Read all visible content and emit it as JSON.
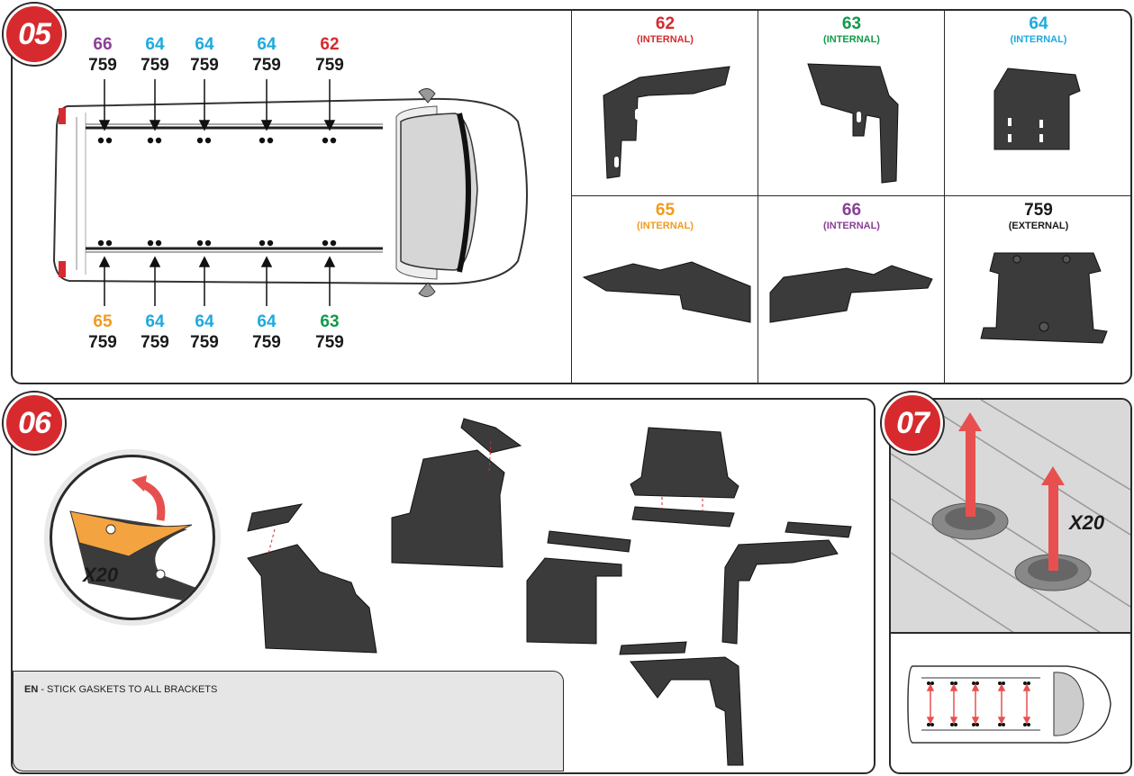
{
  "steps": {
    "s05": "05",
    "s06": "06",
    "s07": "07"
  },
  "step05": {
    "top_labels": [
      {
        "code": "66",
        "num": "759",
        "color": "#8a3f96"
      },
      {
        "code": "64",
        "num": "759",
        "color": "#1eaadc"
      },
      {
        "code": "64",
        "num": "759",
        "color": "#1eaadc"
      },
      {
        "code": "64",
        "num": "759",
        "color": "#1eaadc"
      },
      {
        "code": "62",
        "num": "759",
        "color": "#d72a2e"
      }
    ],
    "bottom_labels": [
      {
        "code": "65",
        "num": "759",
        "color": "#f39a1c"
      },
      {
        "code": "64",
        "num": "759",
        "color": "#1eaadc"
      },
      {
        "code": "64",
        "num": "759",
        "color": "#1eaadc"
      },
      {
        "code": "64",
        "num": "759",
        "color": "#1eaadc"
      },
      {
        "code": "63",
        "num": "759",
        "color": "#0f9a4a"
      }
    ],
    "parts": [
      {
        "code": "62",
        "sub": "(INTERNAL)",
        "color": "#d72a2e"
      },
      {
        "code": "63",
        "sub": "(INTERNAL)",
        "color": "#0f9a4a"
      },
      {
        "code": "64",
        "sub": "(INTERNAL)",
        "color": "#1eaadc"
      },
      {
        "code": "65",
        "sub": "(INTERNAL)",
        "color": "#f39a1c"
      },
      {
        "code": "66",
        "sub": "(INTERNAL)",
        "color": "#8a3f96"
      },
      {
        "code": "759",
        "sub": "(EXTERNAL)",
        "color": "#1a1a1a"
      }
    ]
  },
  "step06": {
    "gasket_qty": "X20",
    "note_lang": "EN",
    "note_text": " - STICK GASKETS TO ALL BRACKETS"
  },
  "step07": {
    "qty": "X20"
  },
  "colors": {
    "accent_red": "#d72a2e",
    "bracket_dark": "#3b3b3b",
    "gasket_orange": "#f3a340",
    "note_bg": "#e6e6e6"
  }
}
